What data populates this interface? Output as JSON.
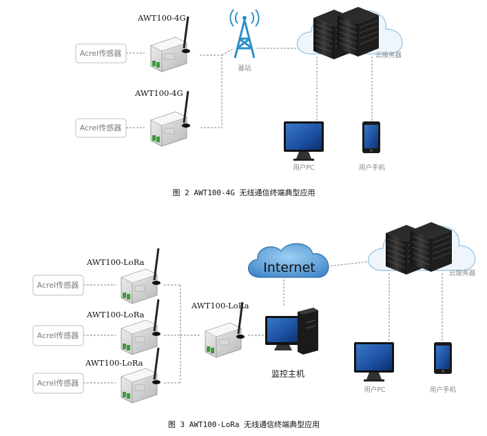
{
  "fig2": {
    "device1_label": "AWT100-4G",
    "device2_label": "AWT100-4G",
    "sensor1_label": "Acrel传感器",
    "sensor2_label": "Acrel传感器",
    "base_station_label": "基站",
    "cloud_label": "云服务器",
    "pc_label": "用户PC",
    "phone_label": "用户手机",
    "caption": "图 2  AWT100-4G 无线通信终端典型应用"
  },
  "fig3": {
    "device1_label": "AWT100-LoRa",
    "device2_label": "AWT100-LoRa",
    "device3_label": "AWT100-LoRa",
    "gateway_label": "AWT100-LoRa",
    "sensor1_label": "Acrel传感器",
    "sensor2_label": "Acrel传感器",
    "sensor3_label": "Acrel传感器",
    "internet_label": "Internet",
    "monitor_label": "监控主机",
    "cloud_label": "云服务器",
    "pc_label": "用户PC",
    "phone_label": "用户手机",
    "caption": "图 3  AWT100-LoRa 无线通信终端典型应用"
  },
  "colors": {
    "connector": "#9a9a9a",
    "sensor_border": "#c9c9c9",
    "tower": "#2a8fc9",
    "cloud_outline": "#9fc9e6",
    "internet_fill": "#5f9fd6",
    "screen": "#1c4fa0"
  }
}
